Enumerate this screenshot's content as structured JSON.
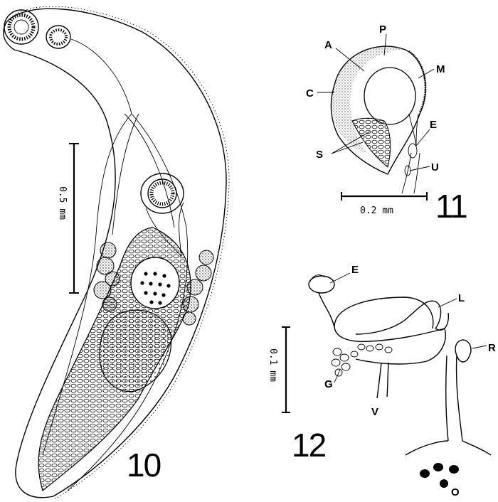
{
  "figures": [
    {
      "number": "10",
      "scale_label": "0.5 mm"
    },
    {
      "number": "11",
      "scale_label": "0.2 mm",
      "labels": [
        "P",
        "A",
        "M",
        "C",
        "E",
        "S",
        "U"
      ]
    },
    {
      "number": "12",
      "scale_label": "0.1 mm",
      "labels": [
        "E",
        "L",
        "R",
        "G",
        "V",
        "O"
      ]
    }
  ],
  "colors": {
    "ink": "#000000",
    "paper": "#ffffff"
  }
}
